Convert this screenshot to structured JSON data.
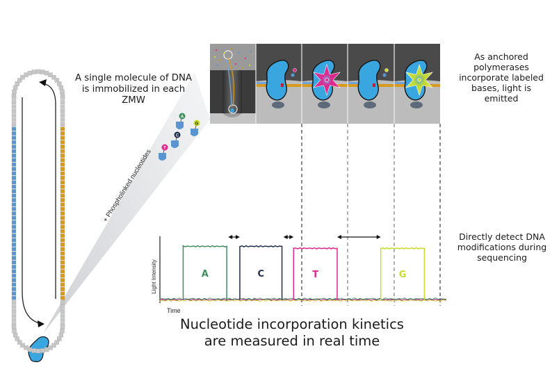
{
  "captions": {
    "dna_immobilized": "A single molecule of DNA is immobilized in each ZMW",
    "light_emitted": "As anchored polymerases incorporate labeled bases, light is emitted",
    "detect_modifications": "Directly detect DNA modifications during sequencing",
    "kinetics": "Nucleotide incorporation kinetics are measured in real time"
  },
  "cone_label": "+ Phospholinked nucleotides",
  "nucleotides": [
    {
      "base": "A",
      "color": "#3e8e5e"
    },
    {
      "base": "C",
      "color": "#1f2d4a"
    },
    {
      "base": "G",
      "color": "#c8dc2a"
    },
    {
      "base": "T",
      "color": "#e2288f"
    }
  ],
  "panels": [
    {
      "id": "zmw-well",
      "label": ""
    },
    {
      "id": "polymerase-waiting",
      "label": ""
    },
    {
      "id": "polymerase-emitting",
      "flash_color": "#e2288f"
    },
    {
      "id": "polymerase-waiting-2",
      "label": ""
    },
    {
      "id": "polymerase-emitting-2",
      "flash_color": "#c8dc2a"
    }
  ],
  "colors": {
    "template_strand_blue": "#5b95cf",
    "template_strand_orange": "#d89a1d",
    "adapter_gray": "#c7c7c7",
    "polymerase_blue": "#3aa6e0",
    "panel_dark": "#4a4a4a",
    "panel_light": "#b9b9b9"
  },
  "chart_data": {
    "type": "line",
    "title": "",
    "xlabel": "Time",
    "ylabel": "Light Intensity",
    "xlim": [
      0,
      100
    ],
    "ylim": [
      0,
      100
    ],
    "grid": false,
    "legend": "none",
    "series": [
      {
        "name": "A",
        "color": "#3e8e5e",
        "pulse": {
          "start": 8,
          "end": 23,
          "height": 85
        }
      },
      {
        "name": "C",
        "color": "#1f2d4a",
        "pulse": {
          "start": 27.5,
          "end": 42,
          "height": 85
        }
      },
      {
        "name": "T",
        "color": "#e2288f",
        "pulse": {
          "start": 46,
          "end": 61,
          "height": 82
        }
      },
      {
        "name": "G",
        "color": "#c8dc2a",
        "pulse": {
          "start": 76,
          "end": 91,
          "height": 82
        }
      }
    ],
    "baseline": 5,
    "annotations": [
      {
        "type": "double-arrow",
        "label": "inter-pulse-interval",
        "from": 23.5,
        "to": 27.5
      },
      {
        "type": "double-arrow",
        "label": "inter-pulse-interval",
        "from": 42.5,
        "to": 46
      },
      {
        "type": "double-arrow",
        "label": "inter-pulse-interval",
        "from": 61,
        "to": 76
      }
    ]
  }
}
